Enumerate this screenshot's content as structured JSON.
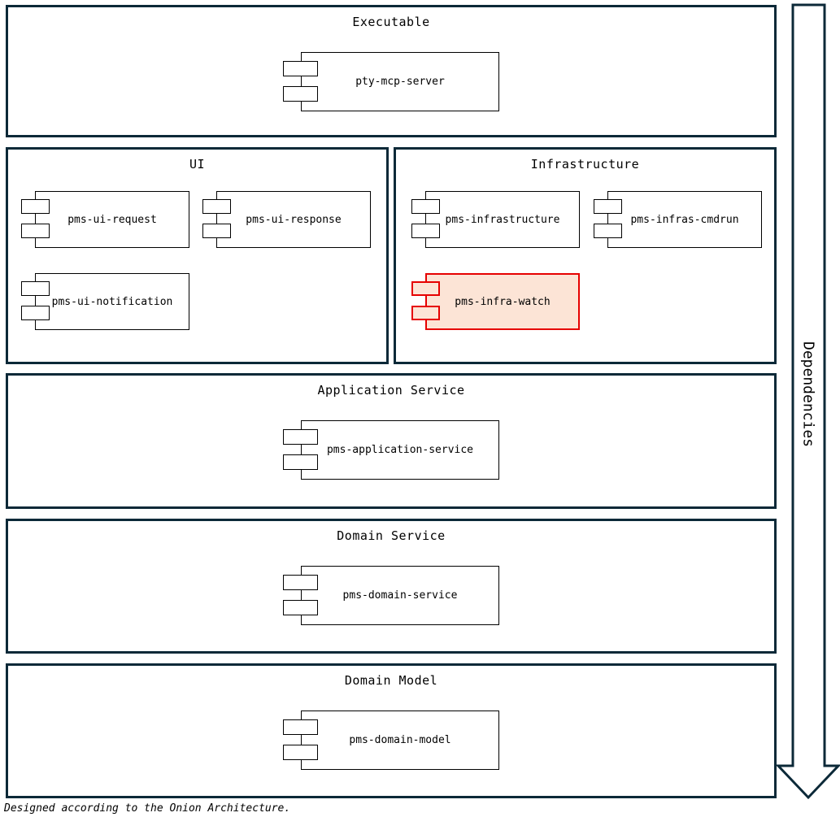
{
  "diagram": {
    "layers": [
      {
        "title": "Executable",
        "components": [
          {
            "label": "pty-mcp-server",
            "highlight": false
          }
        ]
      },
      {
        "title": "UI",
        "components": [
          {
            "label": "pms-ui-request",
            "highlight": false
          },
          {
            "label": "pms-ui-response",
            "highlight": false
          },
          {
            "label": "pms-ui-notification",
            "highlight": false
          }
        ]
      },
      {
        "title": "Infrastructure",
        "components": [
          {
            "label": "pms-infrastructure",
            "highlight": false
          },
          {
            "label": "pms-infras-cmdrun",
            "highlight": false
          },
          {
            "label": "pms-infra-watch",
            "highlight": true
          }
        ]
      },
      {
        "title": "Application Service",
        "components": [
          {
            "label": "pms-application-service",
            "highlight": false
          }
        ]
      },
      {
        "title": "Domain Service",
        "components": [
          {
            "label": "pms-domain-service",
            "highlight": false
          }
        ]
      },
      {
        "title": "Domain Model",
        "components": [
          {
            "label": "pms-domain-model",
            "highlight": false
          }
        ]
      }
    ],
    "arrow_label": "Dependencies",
    "caption": "Designed according to the Onion Architecture.",
    "colors": {
      "layer_border": "#0c2938",
      "component_border": "#000000",
      "highlight_border": "#e60000",
      "highlight_fill": "#fce4d6",
      "background": "#ffffff",
      "text": "#000000"
    }
  }
}
